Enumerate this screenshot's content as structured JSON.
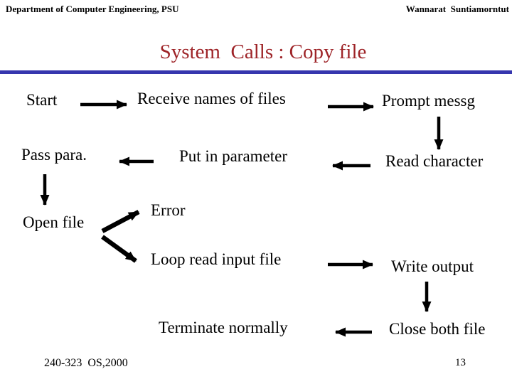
{
  "header": {
    "left": "Department of Computer Engineering, PSU",
    "right": "Wannarat  Suntiamorntut"
  },
  "title": "System  Calls : Copy file",
  "diagram": {
    "nodes": {
      "start": "Start",
      "receive": "Receive names of files",
      "prompt": "Prompt messg",
      "pass": "Pass para.",
      "put": "Put in parameter",
      "read": "Read character",
      "open": "Open file",
      "error": "Error",
      "loop": "Loop read input file",
      "write": "Write output",
      "terminate": "Terminate normally",
      "close": "Close both file"
    }
  },
  "footer": {
    "course": "240-323  OS,2000",
    "page_number": "13"
  },
  "colors": {
    "background": "#ffffff",
    "text": "#000000",
    "title": "#9e2428",
    "rule": "#3636ae"
  }
}
